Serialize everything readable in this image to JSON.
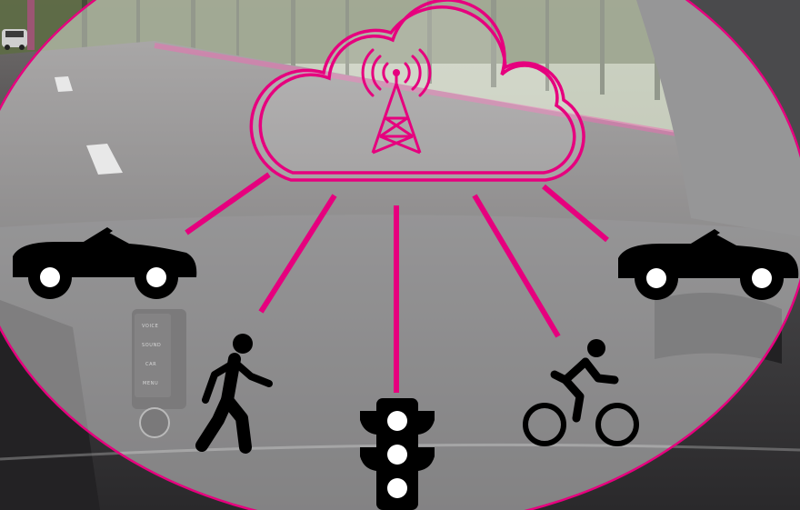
{
  "colors": {
    "accent": "#e6007e",
    "icon": "#000000",
    "sky": "#9aa58a",
    "trees": "#4e5a3a",
    "road": "#6e6a6a",
    "dashboard": "#3a393b",
    "overlay": "#ffffff"
  },
  "dashboard_buttons": [
    "VOICE",
    "SOUND",
    "CAR",
    "MENU"
  ],
  "network": {
    "hub": "cloud-cellular-tower-icon",
    "nodes": [
      "car-icon",
      "pedestrian-icon",
      "traffic-light-icon",
      "cyclist-icon",
      "car-icon"
    ]
  }
}
